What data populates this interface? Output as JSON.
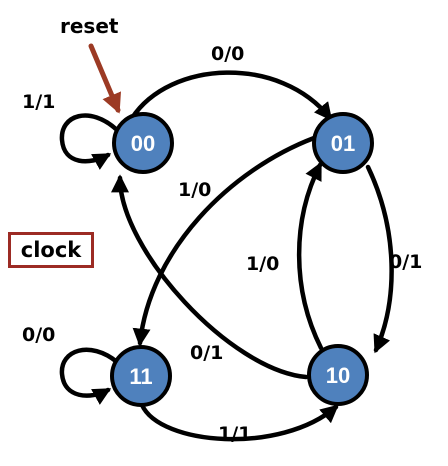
{
  "colors": {
    "state_fill": "#4f81bd",
    "reset_arrow": "#9c3a24",
    "clock_border": "#9c2b24"
  },
  "reset_label": "reset",
  "clock_label": "clock",
  "states": {
    "s00": "00",
    "s01": "01",
    "s10": "10",
    "s11": "11"
  },
  "transitions": {
    "t00_00": "1/1",
    "t00_01": "0/0",
    "t01_11": "1/0",
    "t01_10": "0/1",
    "t10_01": "1/0",
    "t10_00": "0/1",
    "t11_11": "0/0",
    "t11_10": "1/1"
  }
}
